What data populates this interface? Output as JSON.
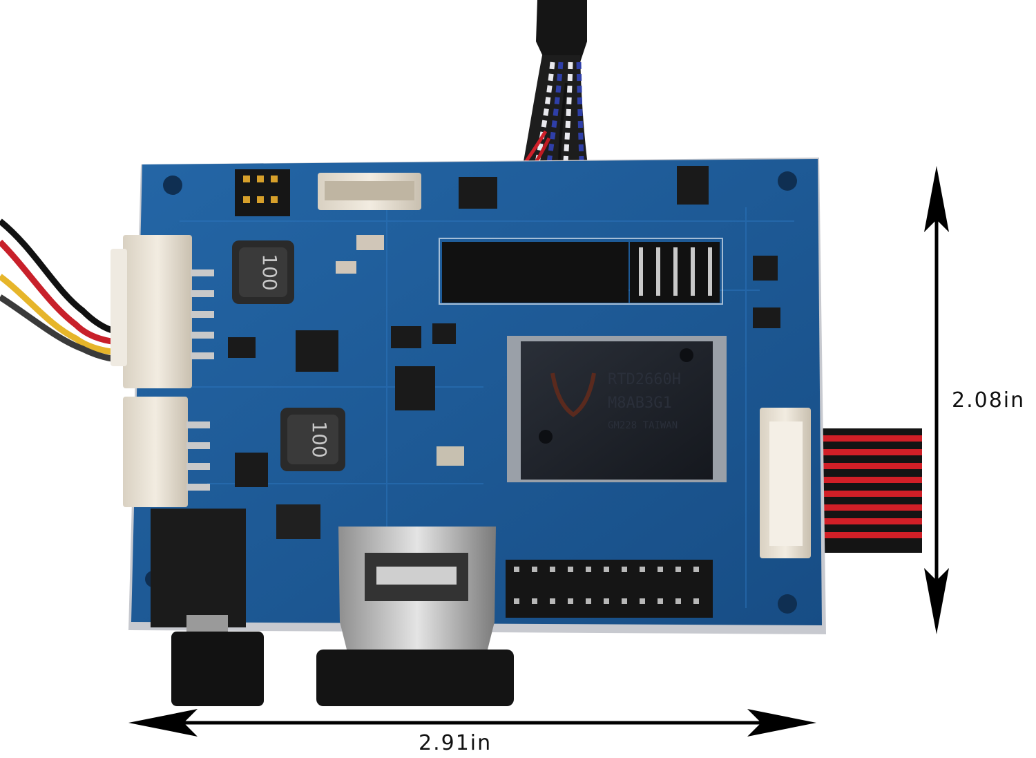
{
  "dimensions": {
    "height_label": "2.08in",
    "width_label": "2.91in"
  },
  "chip": {
    "line1": "RTD2660H",
    "line2": "M8AB3G1",
    "line3": "GM228 TAIWAN"
  },
  "inductors": {
    "top_label": "100",
    "bottom_label": "100"
  },
  "colors": {
    "pcb": "#1f5e9c",
    "arrow": "#000000",
    "chip": "#1c2028"
  }
}
